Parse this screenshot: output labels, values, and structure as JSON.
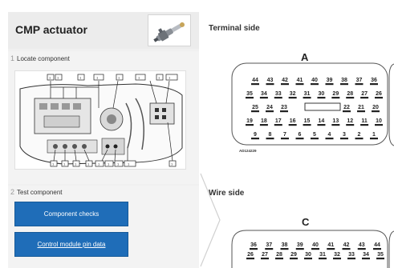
{
  "component": {
    "title": "CMP actuator",
    "thumbnail_icon": "camshaft-actuator-icon"
  },
  "steps": [
    {
      "num": "1",
      "label": "Locate component"
    },
    {
      "num": "2",
      "label": "Test component"
    }
  ],
  "buttons": {
    "component_checks": "Component checks",
    "pin_data": "Control module pin data"
  },
  "location_diagram": {
    "top_labels": [
      "1",
      "1",
      "1",
      "1",
      "1",
      "1",
      "1"
    ],
    "bottom_labels": [
      "1",
      "1",
      "1",
      "1",
      "1",
      "1",
      "1",
      "1",
      "1"
    ]
  },
  "terminal_side": {
    "title": "Terminal side",
    "connector_letter": "A",
    "reference": "AD124229",
    "rows": [
      [
        "44",
        "43",
        "42",
        "41",
        "40",
        "39",
        "38",
        "37",
        "36"
      ],
      [
        "35",
        "34",
        "33",
        "32",
        "31",
        "30",
        "29",
        "28",
        "27",
        "26"
      ],
      [
        "25",
        "24",
        "23",
        "",
        "22",
        "21",
        "20"
      ],
      [
        "19",
        "18",
        "17",
        "16",
        "15",
        "14",
        "13",
        "12",
        "11",
        "10"
      ],
      [
        "9",
        "8",
        "7",
        "6",
        "5",
        "4",
        "3",
        "2",
        "1"
      ]
    ]
  },
  "wire_side": {
    "title": "Wire side",
    "connector_letter": "C",
    "rows": [
      [
        "36",
        "37",
        "38",
        "39",
        "40",
        "41",
        "42",
        "43",
        "44"
      ],
      [
        "26",
        "27",
        "28",
        "29",
        "30",
        "31",
        "32",
        "33",
        "34",
        "35"
      ]
    ]
  },
  "colors": {
    "button_blue": "#1f6db8",
    "panel_bg": "#f0f0f0",
    "pin_color": "#222222"
  }
}
